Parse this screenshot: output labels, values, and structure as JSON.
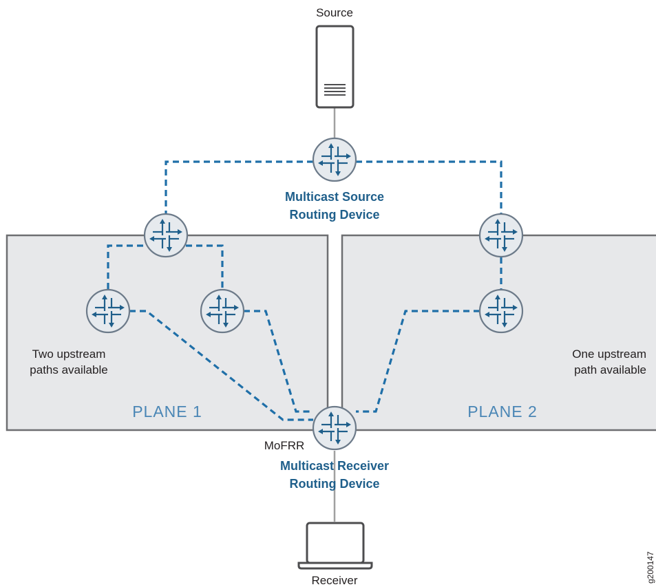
{
  "labels": {
    "source": "Source",
    "receiver": "Receiver",
    "mofrr": "MoFRR",
    "source_router_line1": "Multicast Source",
    "source_router_line2": "Routing Device",
    "receiver_router_line1": "Multicast Receiver",
    "receiver_router_line2": "Routing Device",
    "plane1": "PLANE 1",
    "plane2": "PLANE 2",
    "left_note_line1": "Two upstream",
    "left_note_line2": "paths available",
    "right_note_line1": "One upstream",
    "right_note_line2": "path available",
    "figure_code": "g200147"
  },
  "icons": [
    "server-icon",
    "router-icon",
    "laptop-icon"
  ],
  "colors": {
    "path_blue": "#1f6fa8",
    "label_blue": "#1f5f8b",
    "plane_fill": "#e7e8ea",
    "plane_border": "#6d6e71"
  }
}
